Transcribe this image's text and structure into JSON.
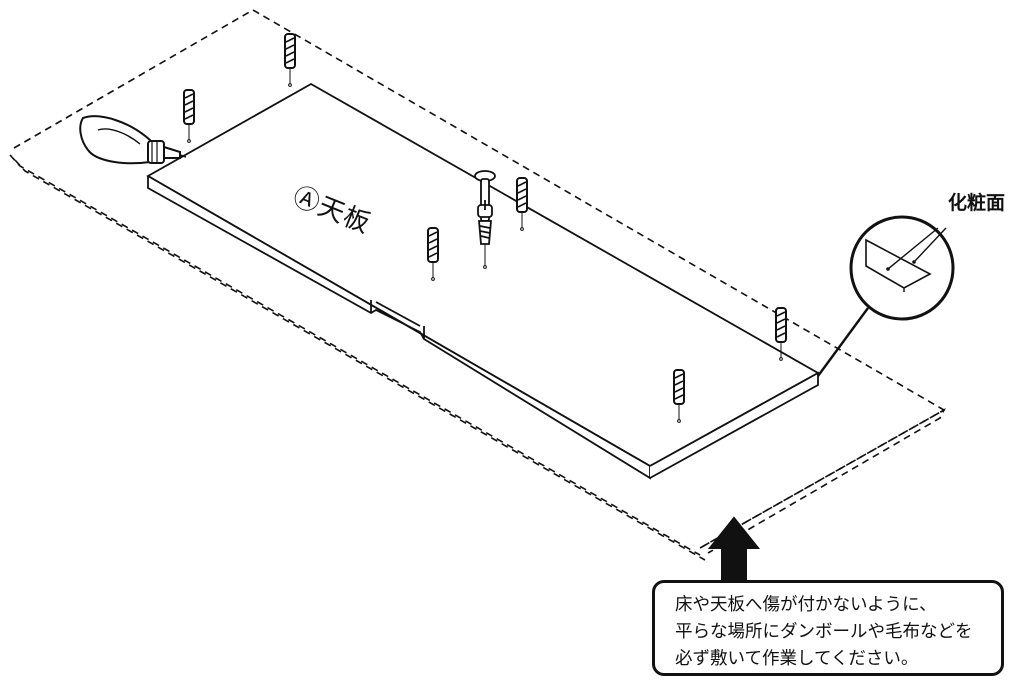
{
  "labels": {
    "tabletop": "Ⓐ天板",
    "finished_surface": "化粧面"
  },
  "note": {
    "lines": [
      "床や天板へ傷が付かないように、",
      "平らな場所にダンボールや毛布などを",
      "必ず敷いて作業してください。"
    ]
  },
  "colors": {
    "line": "#111111",
    "background": "#ffffff"
  },
  "icons": [
    "glue-bottle-icon",
    "wooden-dowel-icon",
    "cam-bolt-icon",
    "up-arrow-icon",
    "magnifier-callout-icon"
  ]
}
